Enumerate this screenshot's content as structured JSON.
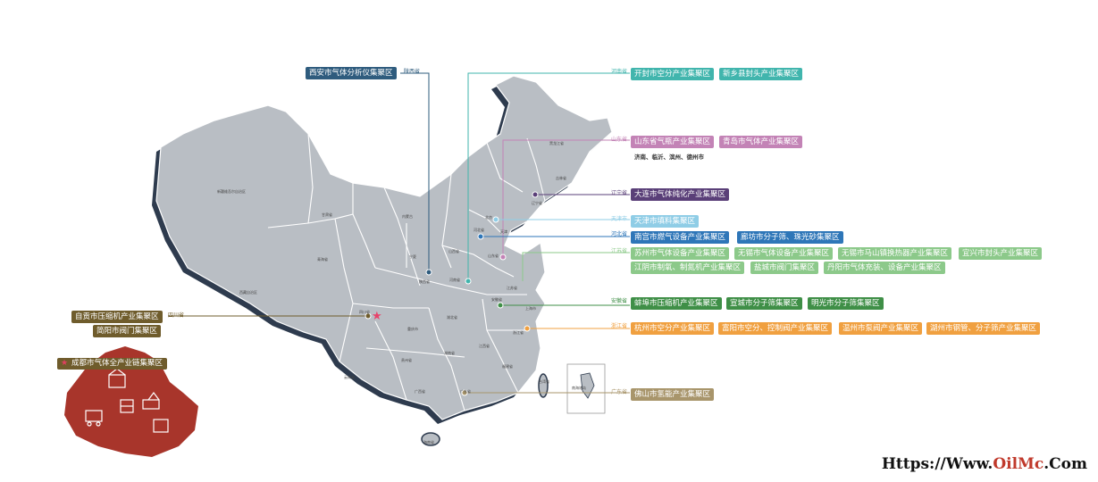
{
  "groups": [
    {
      "province": "陕西省",
      "color": "#2f5c7e",
      "tags": [
        "西安市气体分析仪集聚区"
      ]
    },
    {
      "province": "河南省",
      "color": "#41b5ad",
      "tags": [
        "开封市空分产业集聚区",
        "新乡县封头产业集聚区"
      ]
    },
    {
      "province": "山东省",
      "color": "#c383b6",
      "tags": [
        "山东省气瓶产业集聚区",
        "青岛市气体产业集聚区"
      ],
      "note": "济南、临沂、滨州、德州市"
    },
    {
      "province": "辽宁省",
      "color": "#5a3f78",
      "tags": [
        "大连市气体纯化产业集聚区"
      ]
    },
    {
      "province": "天津市",
      "color": "#8fcde6",
      "tags": [
        "天津市填料集聚区"
      ]
    },
    {
      "province": "河北省",
      "color": "#2e76b8",
      "tags": [
        "南宫市燃气设备产业集聚区",
        "廊坊市分子筛、珠光砂集聚区"
      ]
    },
    {
      "province": "江苏省",
      "color": "#8cc98a",
      "tags": [
        "苏州市气体设备产业集聚区",
        "无锡市气体设备产业集聚区",
        "无锡市马山镇换热器产业集聚区",
        "宜兴市封头产业集聚区",
        "江阴市制氧、制氮机产业集聚区",
        "盐城市阀门集聚区",
        "丹阳市气体充装、设备产业集聚区"
      ]
    },
    {
      "province": "安徽省",
      "color": "#3f8f47",
      "tags": [
        "蚌埠市压缩机产业集聚区",
        "宣城市分子筛集聚区",
        "明光市分子筛集聚区"
      ]
    },
    {
      "province": "浙江省",
      "color": "#f0a040",
      "tags": [
        "杭州市空分产业集聚区",
        "富阳市空分、控制阀产业集聚区",
        "温州市泵阀产业集聚区",
        "湖州市钢管、分子筛产业集聚区"
      ]
    },
    {
      "province": "广东省",
      "color": "#a8956b",
      "tags": [
        "佛山市氢能产业集聚区"
      ]
    },
    {
      "province": "四川省",
      "color": "#6f5c2c",
      "tags": [
        "自贡市压缩机产业集聚区",
        "简阳市阀门集聚区"
      ]
    }
  ],
  "legend": {
    "label": "成都市气体全产业链集聚区"
  },
  "map_labels": {
    "xinjiang": "新疆维吾尔自治区",
    "xizang": "西藏自治区",
    "qinghai": "青海省",
    "gansu": "甘肃省",
    "neimenggu": "内蒙古",
    "heilongjiang": "黑龙江省",
    "jilin": "吉林省",
    "liaoning": "辽宁省",
    "beijing": "北京",
    "tianjin": "天津",
    "hebei": "河北省",
    "shanxi": "山西省",
    "shandong": "山东省",
    "ningxia": "宁夏",
    "shaanxi": "陕西省",
    "henan": "河南省",
    "sichuan": "四川省",
    "chongqing": "重庆市",
    "hubei": "湖北省",
    "anhui": "安徽省",
    "jiangsu": "江苏省",
    "shanghai": "上海市",
    "zhejiang": "浙江省",
    "guizhou": "贵州省",
    "hunan": "湖南省",
    "jiangxi": "江西省",
    "fujian": "福建省",
    "yunnan": "云南省",
    "guangxi": "广西省",
    "guangdong": "广东省",
    "hainan": "海南省",
    "taiwan": "台湾省",
    "nanhai": "南海诸岛"
  },
  "watermark": {
    "prefix": "Https://Www.",
    "brand": "OilMc",
    "suffix": ".Com"
  },
  "colors": {
    "land": "#b9bec4",
    "shadow": "#2e3b4e",
    "border": "#ffffff",
    "chengdu": "#a8352b",
    "star": "#e8436a"
  }
}
